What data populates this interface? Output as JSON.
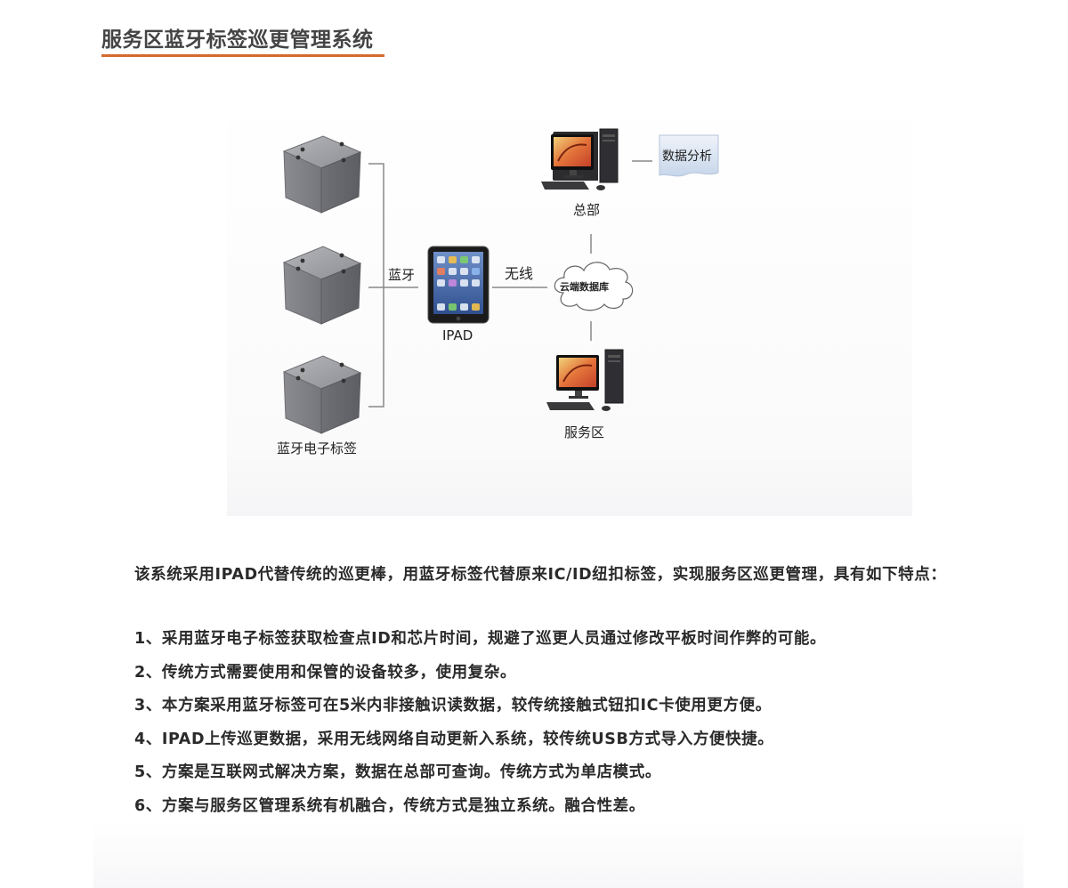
{
  "title": "服务区蓝牙标签巡更管理系统",
  "colors": {
    "accent": "#d46a30",
    "line": "#888888",
    "box": "#8d8e92",
    "screen_bg": "#d9562b"
  },
  "diagram": {
    "tag_label": "蓝牙电子标签",
    "bluetooth_label": "蓝牙",
    "ipad_label": "IPAD",
    "wireless_label": "无线",
    "cloud_label": "云端数据库",
    "hq_label": "总部",
    "analysis_label": "数据分析",
    "service_label": "服务区"
  },
  "paragraph": "该系统采用IPAD代替传统的巡更棒，用蓝牙标签代替原来IC/ID纽扣标签，实现服务区巡更管理，具有如下特点：",
  "features": [
    "1、采用蓝牙电子标签获取检查点ID和芯片时间，规避了巡更人员通过修改平板时间作弊的可能。",
    "2、传统方式需要使用和保管的设备较多，使用复杂。",
    "3、本方案采用蓝牙标签可在5米内非接触识读数据，较传统接触式钮扣IC卡使用更方便。",
    "4、IPAD上传巡更数据，采用无线网络自动更新入系统，较传统USB方式导入方便快捷。",
    "5、方案是互联网式解决方案，数据在总部可查询。传统方式为单店模式。",
    "6、方案与服务区管理系统有机融合，传统方式是独立系统。融合性差。"
  ]
}
